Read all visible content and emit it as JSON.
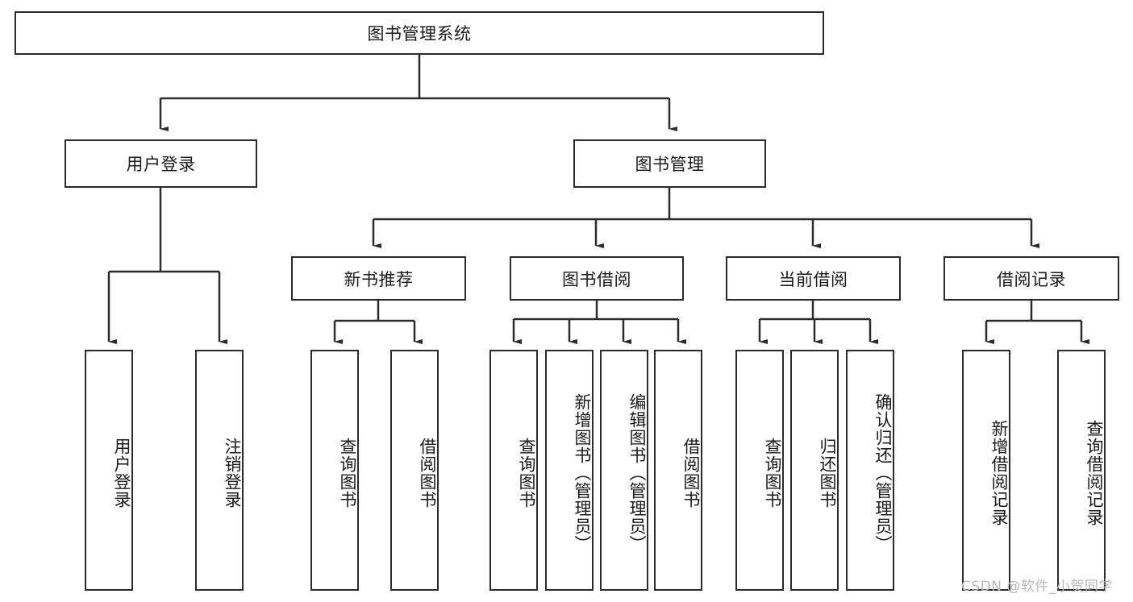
{
  "diagram": {
    "title": "图书管理系统",
    "type": "hierarchy-tree",
    "watermark": "CSDN @软件_小贺同学",
    "colors": {
      "stroke": "#2b2b2b",
      "fill": "#ffffff",
      "text": "#1a1a1a",
      "watermark": "#b9b9b9"
    },
    "nodes": {
      "root": {
        "label": "图书管理系统"
      },
      "level2": [
        {
          "id": "user-login",
          "label": "用户登录"
        },
        {
          "id": "book-manage",
          "label": "图书管理"
        }
      ],
      "level3": [
        {
          "id": "new-book-rec",
          "label": "新书推荐"
        },
        {
          "id": "book-borrow",
          "label": "图书借阅"
        },
        {
          "id": "current-borrow",
          "label": "当前借阅"
        },
        {
          "id": "borrow-record",
          "label": "借阅记录"
        }
      ],
      "leaves": {
        "user_login": [
          {
            "id": "leaf-user-login",
            "label": "用户登录"
          },
          {
            "id": "leaf-logout",
            "label": "注销登录"
          }
        ],
        "new_book_rec": [
          {
            "id": "leaf-query-book-1",
            "label": "查询图书"
          },
          {
            "id": "leaf-borrow-book-1",
            "label": "借阅图书"
          }
        ],
        "book_borrow": [
          {
            "id": "leaf-query-book-2",
            "label": "查询图书"
          },
          {
            "id": "leaf-add-book",
            "label": "新增图书（管理员）"
          },
          {
            "id": "leaf-edit-book",
            "label": "编辑图书（管理员）"
          },
          {
            "id": "leaf-borrow-book-2",
            "label": "借阅图书"
          }
        ],
        "current_borrow": [
          {
            "id": "leaf-query-book-3",
            "label": "查询图书"
          },
          {
            "id": "leaf-return-book",
            "label": "归还图书"
          },
          {
            "id": "leaf-confirm-return",
            "label": "确认归还（管理员）"
          }
        ],
        "borrow_record": [
          {
            "id": "leaf-add-record",
            "label": "新增借阅记录"
          },
          {
            "id": "leaf-query-record",
            "label": "查询借阅记录"
          }
        ]
      }
    }
  }
}
